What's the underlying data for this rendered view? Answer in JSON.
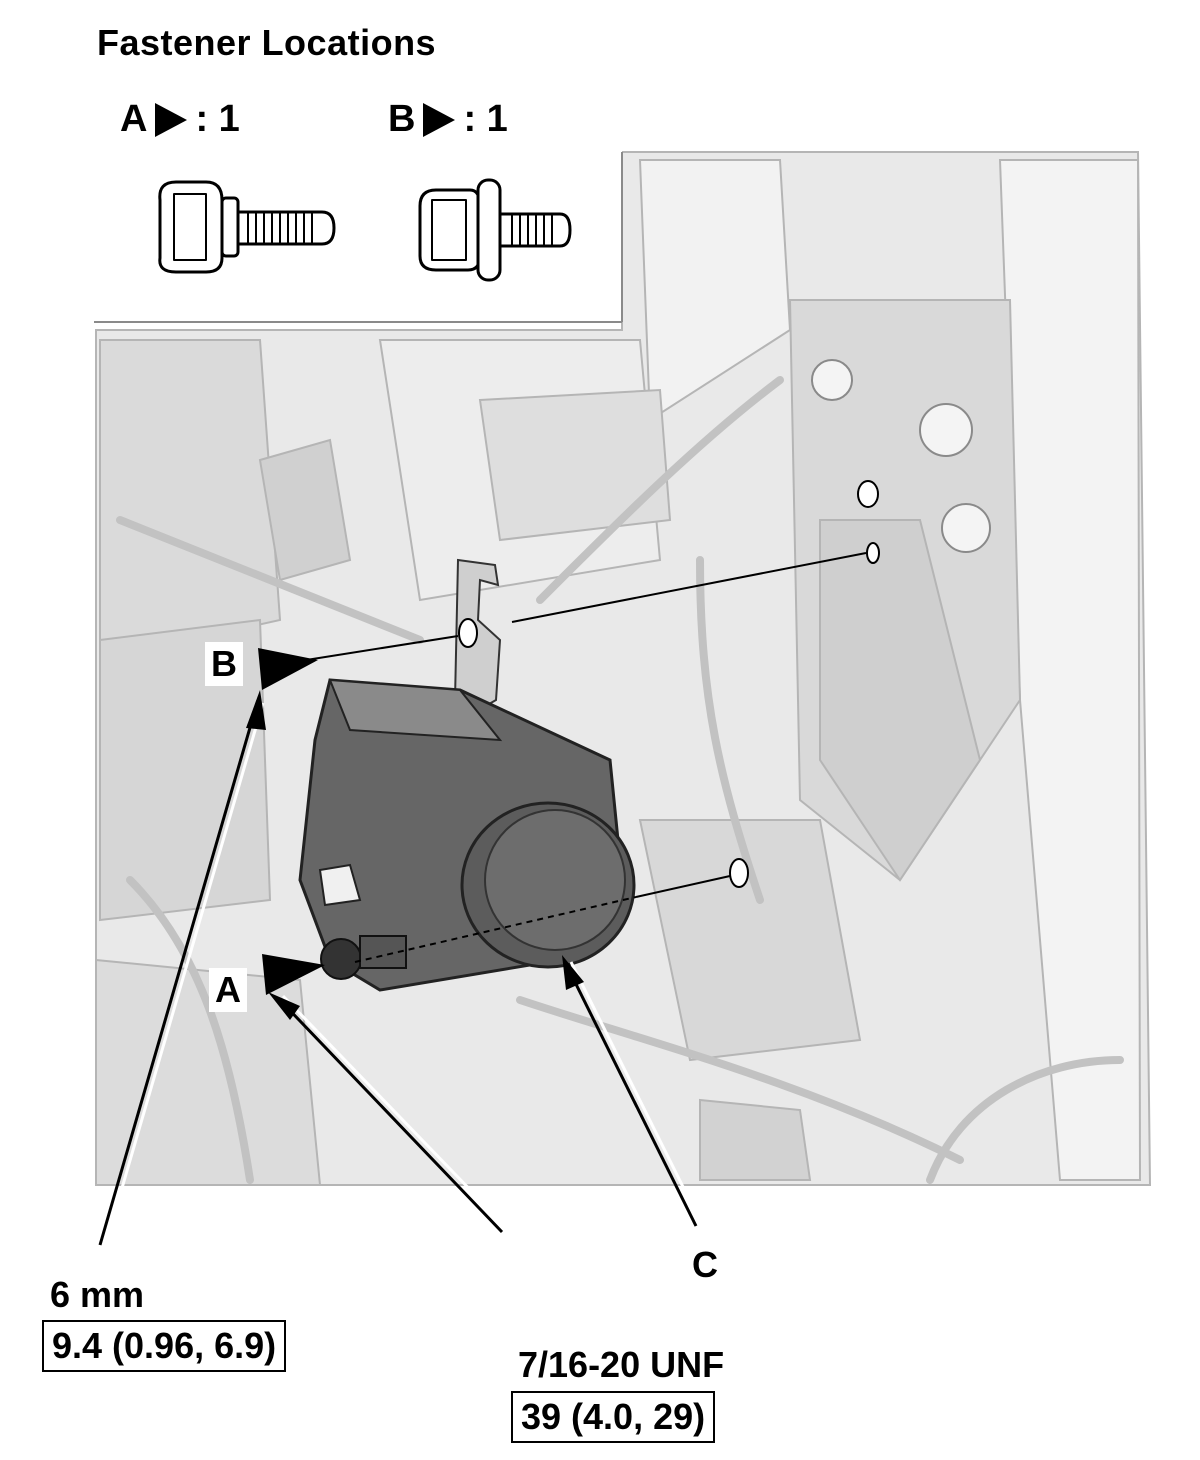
{
  "header": {
    "title": "Fastener Locations"
  },
  "legend": [
    {
      "id": "A",
      "label": "A",
      "qty": ": 1"
    },
    {
      "id": "B",
      "label": "B",
      "qty": ": 1"
    }
  ],
  "callouts": {
    "a": "A",
    "b": "B",
    "c": "C"
  },
  "specs": {
    "b": {
      "size": "6 mm",
      "torque": "9.4 (0.96, 6.9)"
    },
    "a": {
      "size": "7/16-20 UNF",
      "torque": "39 (4.0, 29)"
    }
  }
}
